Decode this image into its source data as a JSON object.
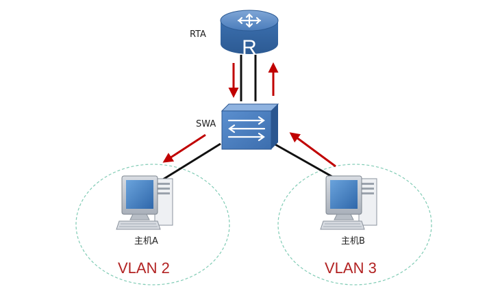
{
  "router": {
    "label": "RTA",
    "glyph": "R"
  },
  "switch": {
    "label": "SWA"
  },
  "hosts": [
    {
      "label": "主机A",
      "vlan": "VLAN 2"
    },
    {
      "label": "主机B",
      "vlan": "VLAN 3"
    }
  ],
  "colors": {
    "arrow": "#c00000",
    "vlan_text": "#b22222",
    "device_blue": "#3d73b3",
    "device_blue_dark": "#2a5690",
    "zone_border": "#7fcbb4"
  },
  "icons": [
    "router-icon",
    "switch-icon",
    "computer-icon"
  ]
}
